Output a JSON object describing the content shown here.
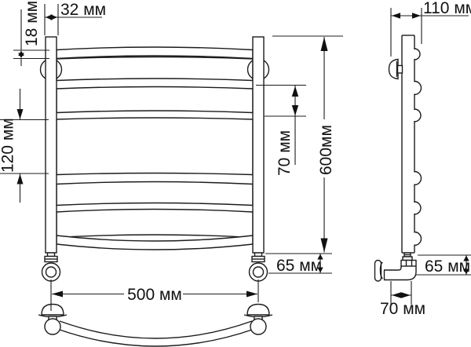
{
  "dimensions": {
    "rail_top_width": "32 мм",
    "tube_diameter": "18 мм",
    "center_section_height": "120 мм",
    "tube_spacing": "70 мм",
    "total_height": "600мм",
    "bottom_connector_offset": "65 мм",
    "connection_width": "500 мм",
    "wall_depth": "110 мм",
    "side_connector_offset": "65 мм",
    "wall_offset": "70 мм"
  },
  "colors": {
    "line": "#1c1c1c",
    "background": "#ffffff",
    "text": "#111111"
  }
}
